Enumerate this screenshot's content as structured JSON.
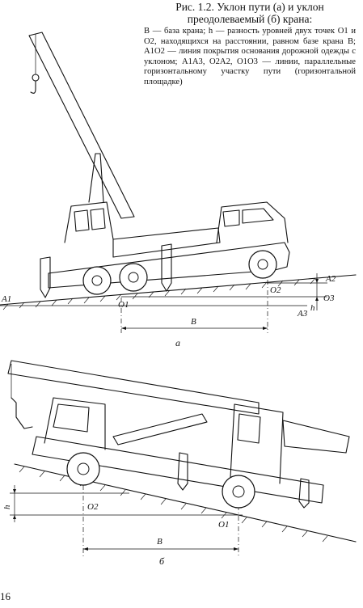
{
  "caption": {
    "title": "Рис. 1.2. Уклон пути (а) и уклон преодолеваемый (б) крана:",
    "body": "B — база крана; h — разность уровней двух точек O1 и O2, находящихся на расстоянии, равном базе крана B; A1O2 — линия покрытия основания дорожной одежды с уклоном; A1A3, O2A2, O1O3 — линии, параллельные горизонтальному участку пути (горизонтальной площадке)"
  },
  "figure_a": {
    "labels": {
      "A1": "A1",
      "O1": "O1",
      "O2": "O2",
      "A2": "A2",
      "O3": "O3",
      "A3": "A3",
      "h": "h",
      "B": "B"
    },
    "subcaption": "а"
  },
  "figure_b": {
    "labels": {
      "h": "h",
      "O2": "O2",
      "O1": "O1",
      "B": "B"
    },
    "subcaption": "б"
  },
  "page_number": "16"
}
